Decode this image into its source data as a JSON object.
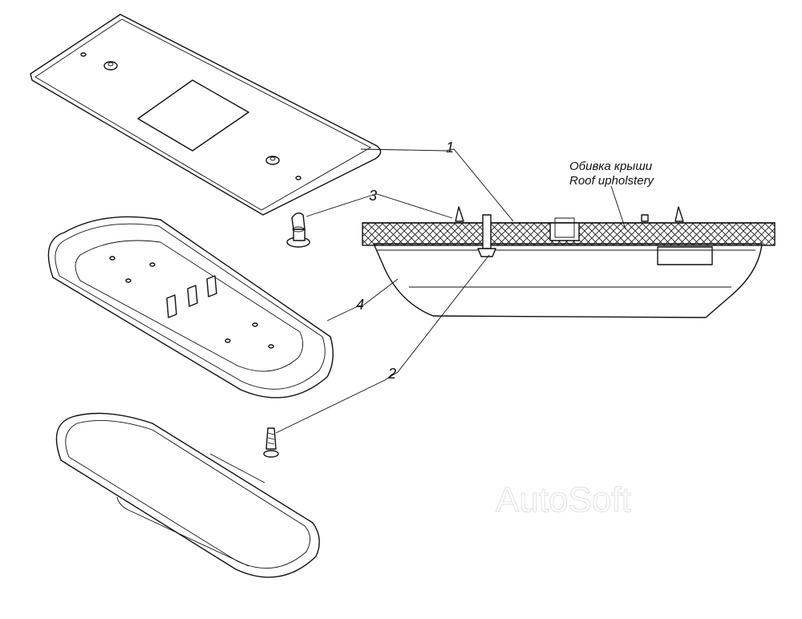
{
  "labels": {
    "callout_1": "1",
    "callout_2": "2",
    "callout_3": "3",
    "callout_4": "4",
    "roof_ru": "Обивка крыши",
    "roof_en": "Roof upholstery"
  },
  "watermark": "AutoSoft"
}
